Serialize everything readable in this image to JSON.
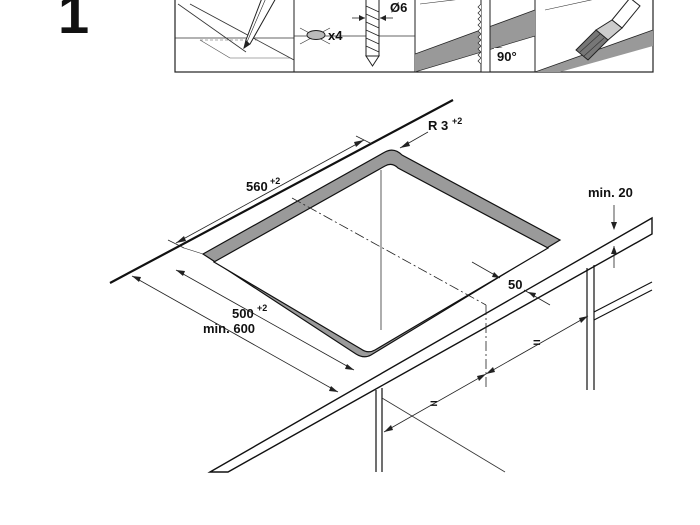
{
  "step": {
    "number": "1"
  },
  "panels": {
    "screw_count": "x4",
    "drill_diameter": "Ø6",
    "saw_angle": "90°"
  },
  "dimensions": {
    "corner_radius": {
      "base": "R 3",
      "tolerance": "+2"
    },
    "cutout_width": {
      "base": "560",
      "tolerance": "+2"
    },
    "cutout_depth": {
      "base": "500",
      "tolerance": "+2"
    },
    "min_depth": "min. 600",
    "min_front": "min. 20",
    "front_distance": "50",
    "equal_left": "=",
    "equal_right": "="
  }
}
